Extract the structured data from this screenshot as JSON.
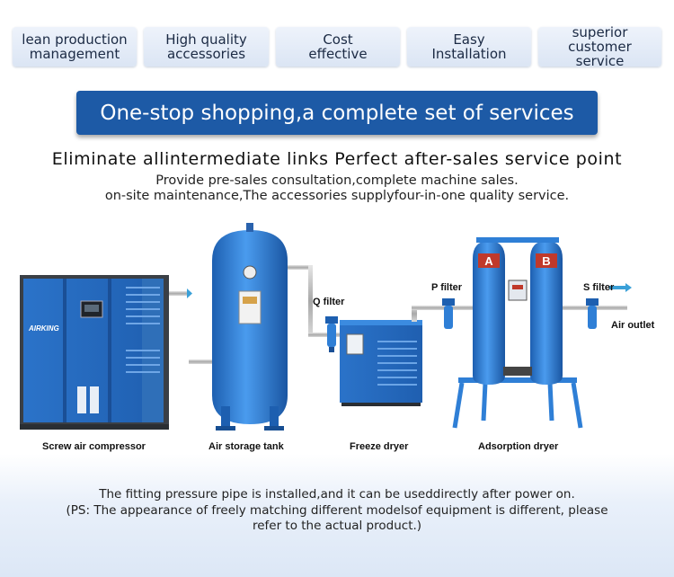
{
  "features": [
    {
      "line1": "lean production",
      "line2": "management"
    },
    {
      "line1": "High quality",
      "line2": "accessories"
    },
    {
      "line1": "Cost",
      "line2": "effective"
    },
    {
      "line1": "Easy",
      "line2": "Installation"
    },
    {
      "line1": "superior",
      "line2": "customer service"
    }
  ],
  "banner": "One-stop shopping,a complete set of services",
  "headline": "Eliminate allintermediate links Perfect after-sales service point",
  "subline1": "Provide pre-sales consultation,complete machine sales.",
  "subline2": "on-site maintenance,The accessories supplyfour-in-one quality service.",
  "equipment": {
    "compressor": "Screw air compressor",
    "compressor_brand": "AIRKING",
    "tank": "Air storage tank",
    "dryer": "Freeze dryer",
    "adsorption": "Adsorption dryer"
  },
  "filters": {
    "q": "Q filter",
    "p": "P filter",
    "s": "S filter"
  },
  "outlet": "Air outlet",
  "tower_a": "A",
  "tower_b": "B",
  "footer": {
    "line1": "The fitting pressure pipe is installed,and it can be useddirectly after power on.",
    "line2": "(PS: The appearance of freely matching different modelsof equipment is different, please",
    "line3": "refer to the actual product.)"
  },
  "colors": {
    "banner": "#1d5aa6",
    "equipment_blue": "#2f7fd6",
    "pill_text": "#1b2a44"
  }
}
